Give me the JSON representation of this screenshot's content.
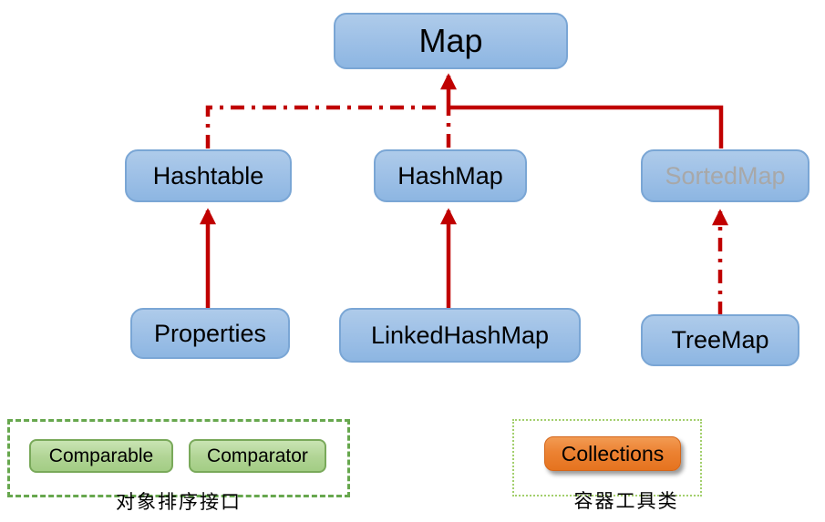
{
  "nodes": {
    "map": "Map",
    "hashtable": "Hashtable",
    "hashmap": "HashMap",
    "sortedmap": "SortedMap",
    "properties": "Properties",
    "linkedhashmap": "LinkedHashMap",
    "treemap": "TreeMap"
  },
  "edges": [
    {
      "from": "Hashtable",
      "to": "Map",
      "style": "dash-dot"
    },
    {
      "from": "HashMap",
      "to": "Map",
      "style": "dash-dot"
    },
    {
      "from": "SortedMap",
      "to": "Map",
      "style": "solid"
    },
    {
      "from": "Properties",
      "to": "Hashtable",
      "style": "solid"
    },
    {
      "from": "LinkedHashMap",
      "to": "HashMap",
      "style": "solid"
    },
    {
      "from": "TreeMap",
      "to": "SortedMap",
      "style": "dash-dot"
    }
  ],
  "groups": {
    "object_sorting": {
      "caption": "对象排序接口",
      "items": {
        "comparable": "Comparable",
        "comparator": "Comparator"
      }
    },
    "container_utility": {
      "caption": "容器工具类",
      "items": {
        "collections": "Collections"
      }
    }
  },
  "colors": {
    "arrow_red": "#c00000",
    "node_fill_top": "#aecbea",
    "node_fill_bottom": "#8db6e2",
    "node_border": "#7aa6d5",
    "disabled_text": "#a8a8a8",
    "green_fill": "#b0d494",
    "green_border": "#79a95a",
    "frame_dashed_green": "#67a74e",
    "frame_dotted_green": "#a3cf6d",
    "orange_fill": "#ec8232"
  }
}
